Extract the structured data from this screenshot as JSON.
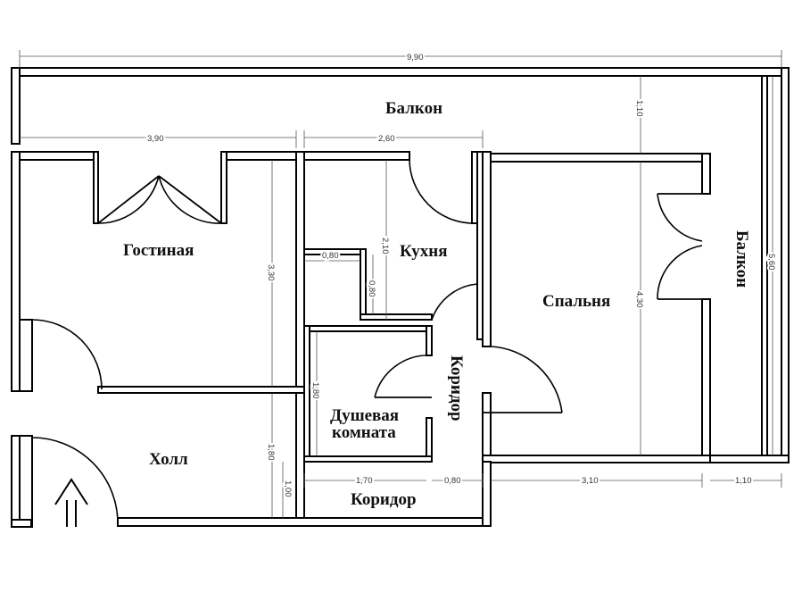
{
  "plan": {
    "rooms": {
      "balcony_top": "Балкон",
      "balcony_right": "Балкон",
      "living_room": "Гостиная",
      "kitchen": "Кухня",
      "bedroom": "Спальня",
      "corridor_vertical": "Коридор",
      "shower_room_line1": "Душевая",
      "shower_room_line2": "комната",
      "hall": "Холл",
      "corridor_bottom": "Коридор"
    },
    "dimensions": {
      "total_width": "9,90",
      "balcony_depth": "1,10",
      "living_width": "3,90",
      "kitchen_width": "2,60",
      "living_height": "3,30",
      "kitchen_height": "2,10",
      "kitchen_notch_width": "0,80",
      "kitchen_notch_height": "0,80",
      "bedroom_height": "4,30",
      "right_balcony_height": "5,60",
      "shower_height": "1,80",
      "hall_height": "1,80",
      "corridor_height": "1,00",
      "shower_width": "1,70",
      "corridor_width": "0,80",
      "bedroom_width": "3,10",
      "right_balcony_width": "1,10"
    }
  }
}
